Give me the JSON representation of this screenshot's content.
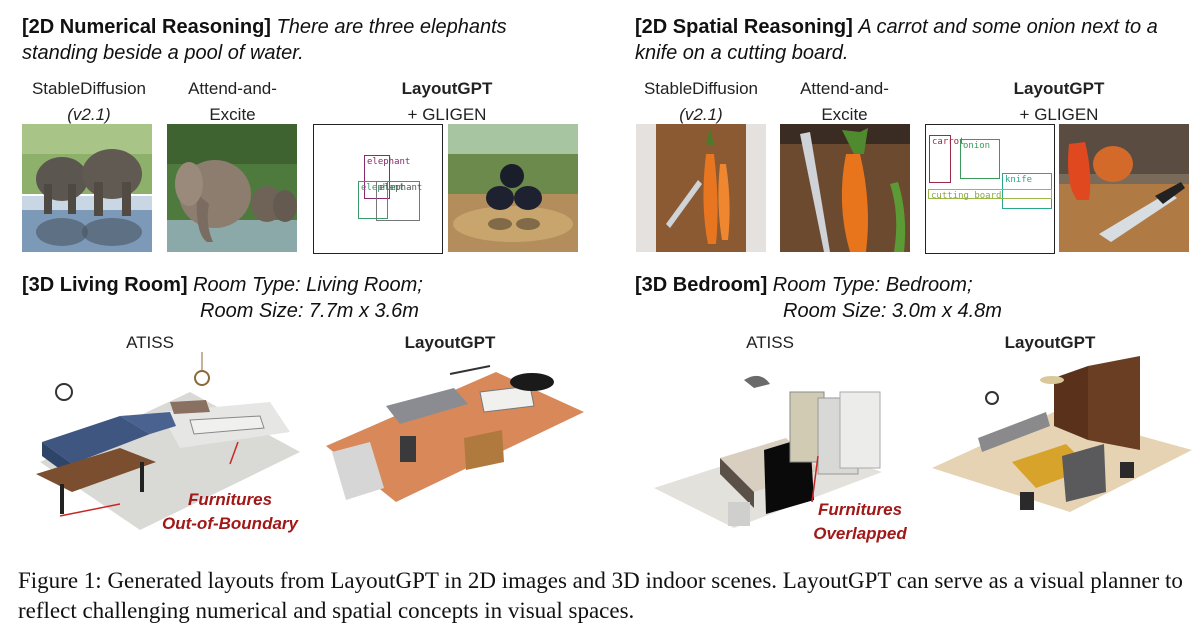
{
  "panel_2d_numerical": {
    "tag": "[2D Numerical Reasoning]",
    "prompt": "There are three elephants standing beside a pool of water.",
    "label_sd": "StableDiffusion",
    "label_sd_version": "(v2.1)",
    "label_ae": "Attend-and-Excite",
    "label_lgpt": "LayoutGPT",
    "label_gligen": "+ GLIGEN",
    "boxes": [
      "elephant",
      "elephant",
      "elephant"
    ]
  },
  "panel_2d_spatial": {
    "tag": "[2D Spatial Reasoning]",
    "prompt": "A carrot and some onion next to a knife on a cutting board.",
    "label_sd": "StableDiffusion",
    "label_sd_version": "(v2.1)",
    "label_ae": "Attend-and-Excite",
    "label_lgpt": "LayoutGPT",
    "label_gligen": "+ GLIGEN",
    "boxes": [
      "carrot",
      "onion",
      "knife",
      "cutting board"
    ]
  },
  "panel_3d_living": {
    "tag": "[3D Living Room]",
    "room_type": "Room Type: Living Room;",
    "room_size": "Room Size: 7.7m x 3.6m",
    "label_atiss": "ATISS",
    "label_lgpt": "LayoutGPT",
    "annotation_line1": "Furnitures",
    "annotation_line2": "Out-of-Boundary"
  },
  "panel_3d_bedroom": {
    "tag": "[3D Bedroom]",
    "room_type": "Room Type: Bedroom;",
    "room_size": "Room Size: 3.0m x 4.8m",
    "label_atiss": "ATISS",
    "label_lgpt": "LayoutGPT",
    "annotation_line1": "Furnitures",
    "annotation_line2": "Overlapped"
  },
  "caption": "Figure 1: Generated layouts from LayoutGPT in 2D images and 3D indoor scenes. LayoutGPT can serve as a visual planner to reflect challenging numerical and spatial concepts in visual spaces.",
  "colors": {
    "annotation_red": "#a01818",
    "floor_orange": "#d9885a",
    "floor_beige": "#e6d3b3"
  }
}
